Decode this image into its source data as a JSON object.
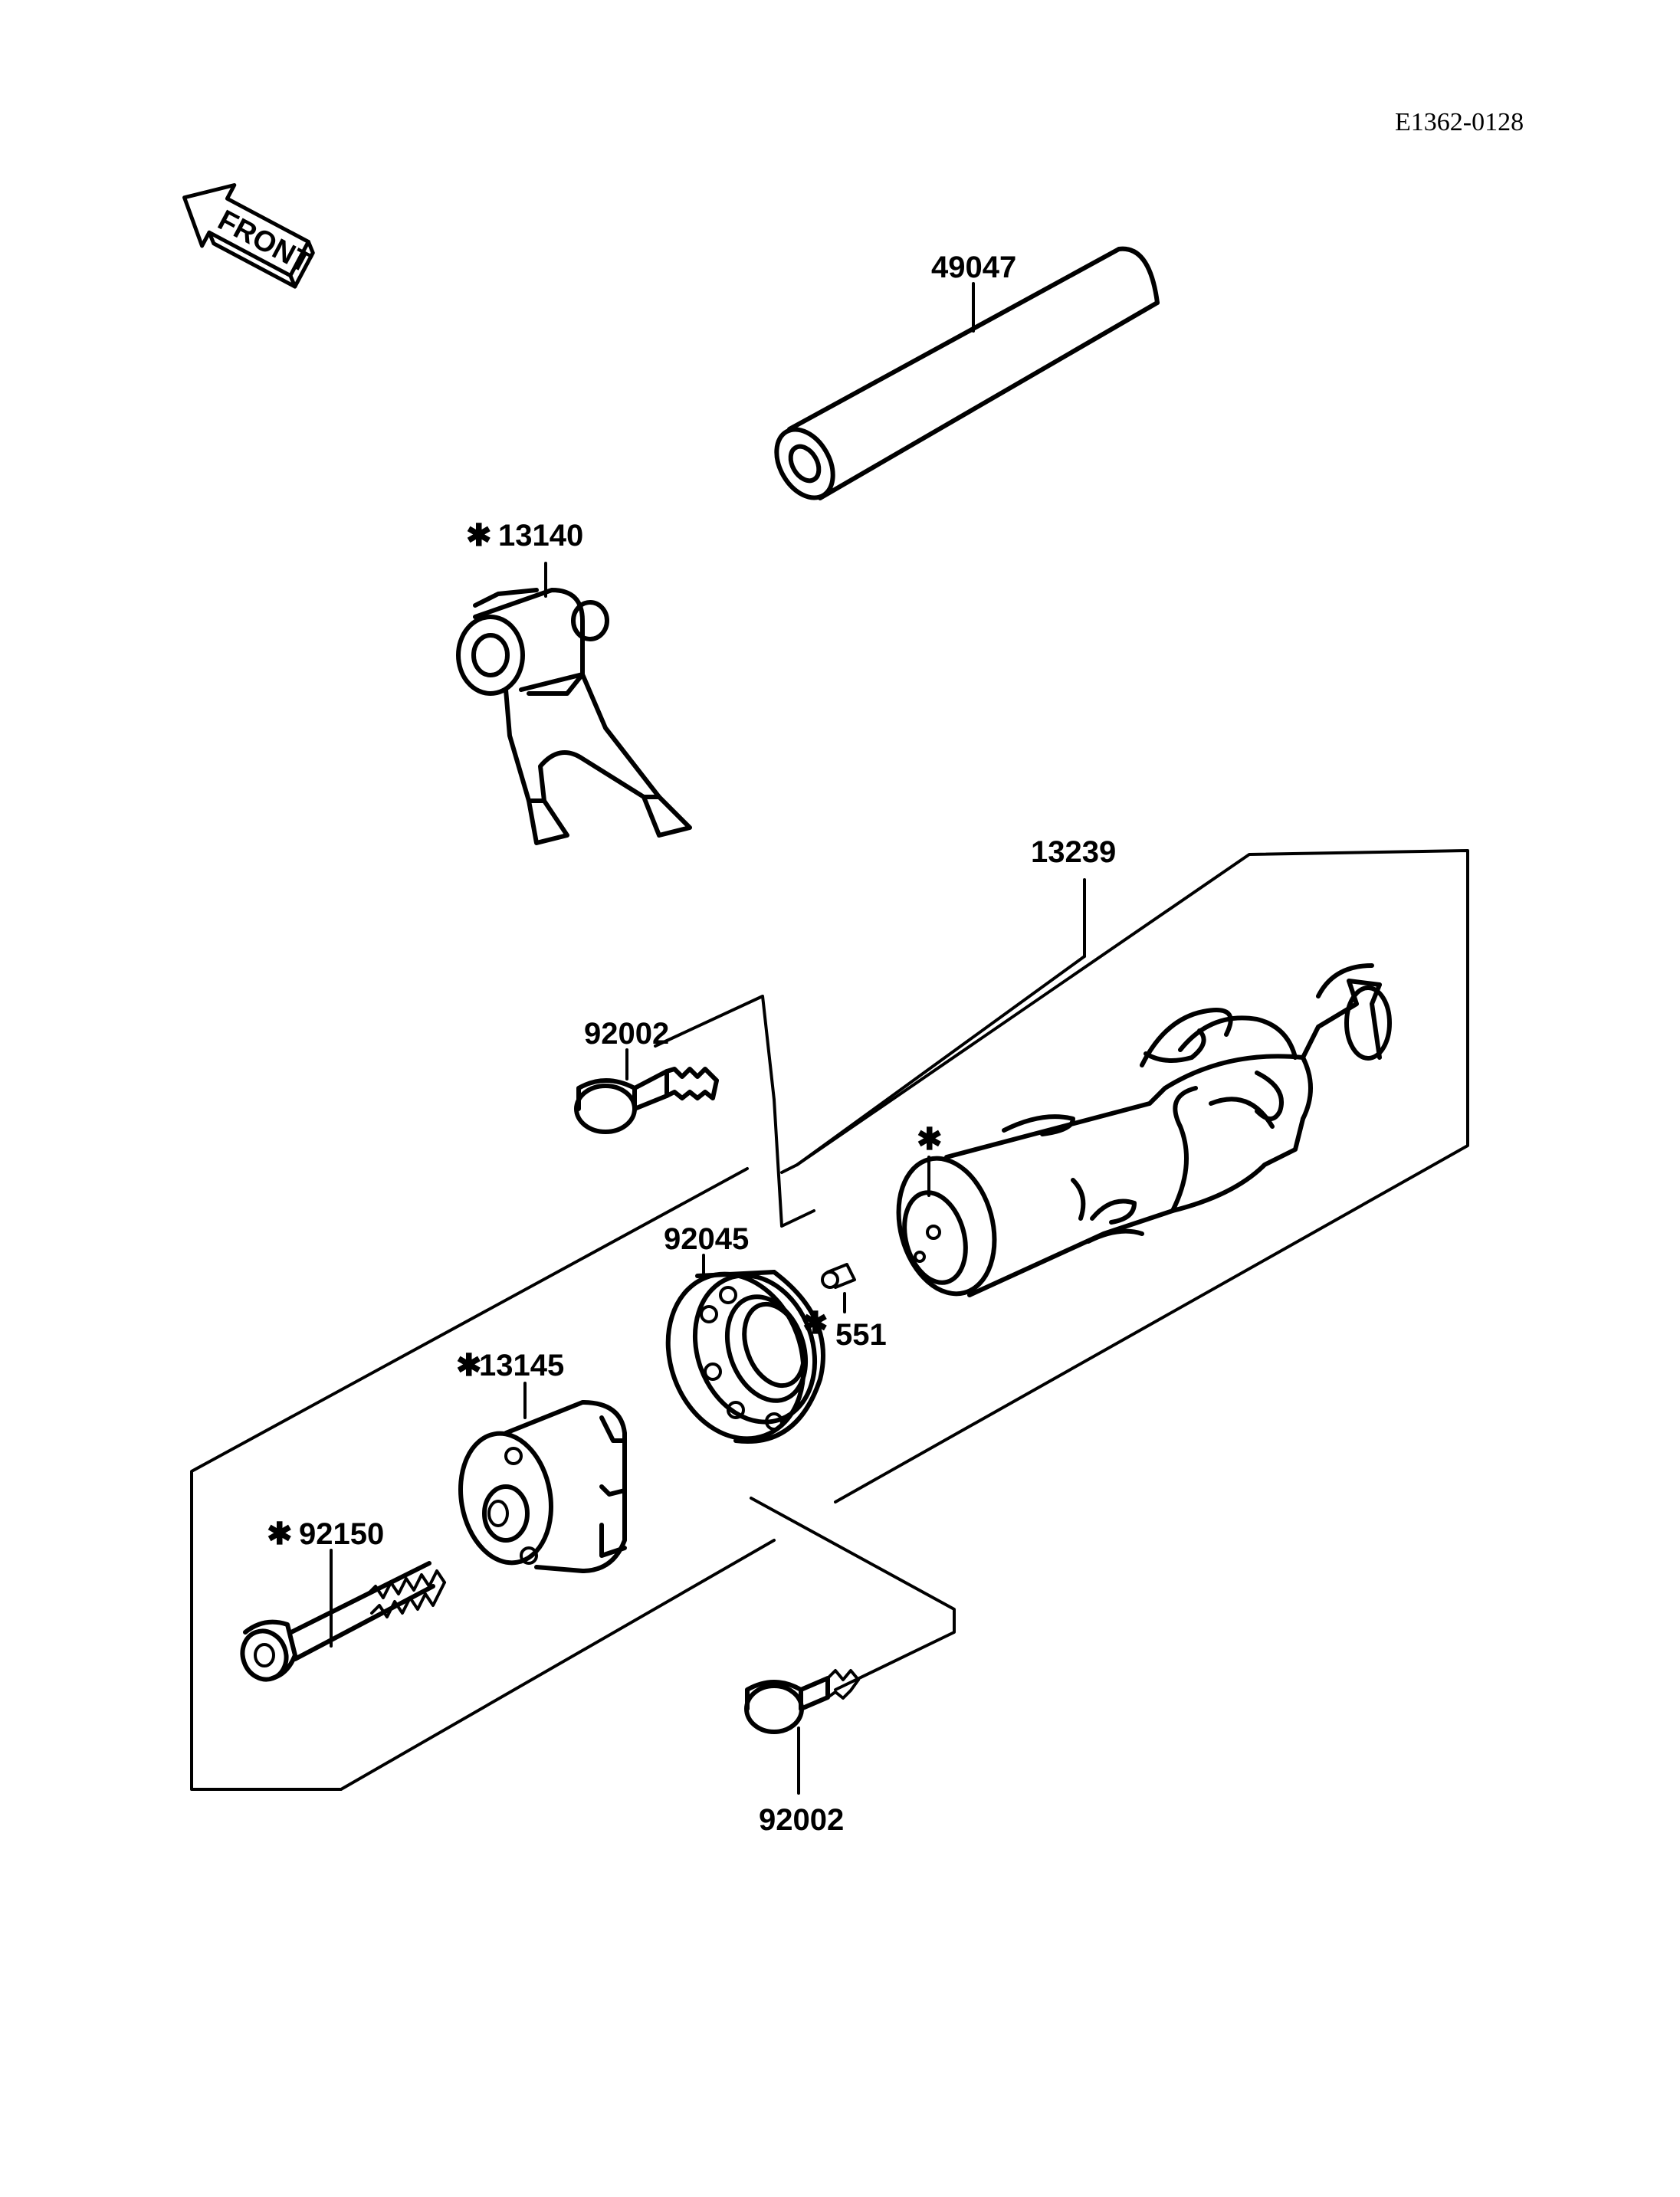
{
  "diagram": {
    "ref_code": "E1362-0128",
    "direction_label": "FRONT",
    "callouts": [
      {
        "id": "c1",
        "number": "49047",
        "marked": false
      },
      {
        "id": "c2",
        "number": "13140",
        "marked": true
      },
      {
        "id": "c3",
        "number": "13239",
        "marked": false
      },
      {
        "id": "c4",
        "number": "92002",
        "marked": false
      },
      {
        "id": "c5",
        "number": "",
        "marked": true
      },
      {
        "id": "c6",
        "number": "92045",
        "marked": false
      },
      {
        "id": "c7",
        "number": "551",
        "marked": true
      },
      {
        "id": "c8",
        "number": "13145",
        "marked": true
      },
      {
        "id": "c9",
        "number": "92150",
        "marked": true
      },
      {
        "id": "c10",
        "number": "92002",
        "marked": false
      }
    ],
    "asterisk_glyph": "✱"
  }
}
